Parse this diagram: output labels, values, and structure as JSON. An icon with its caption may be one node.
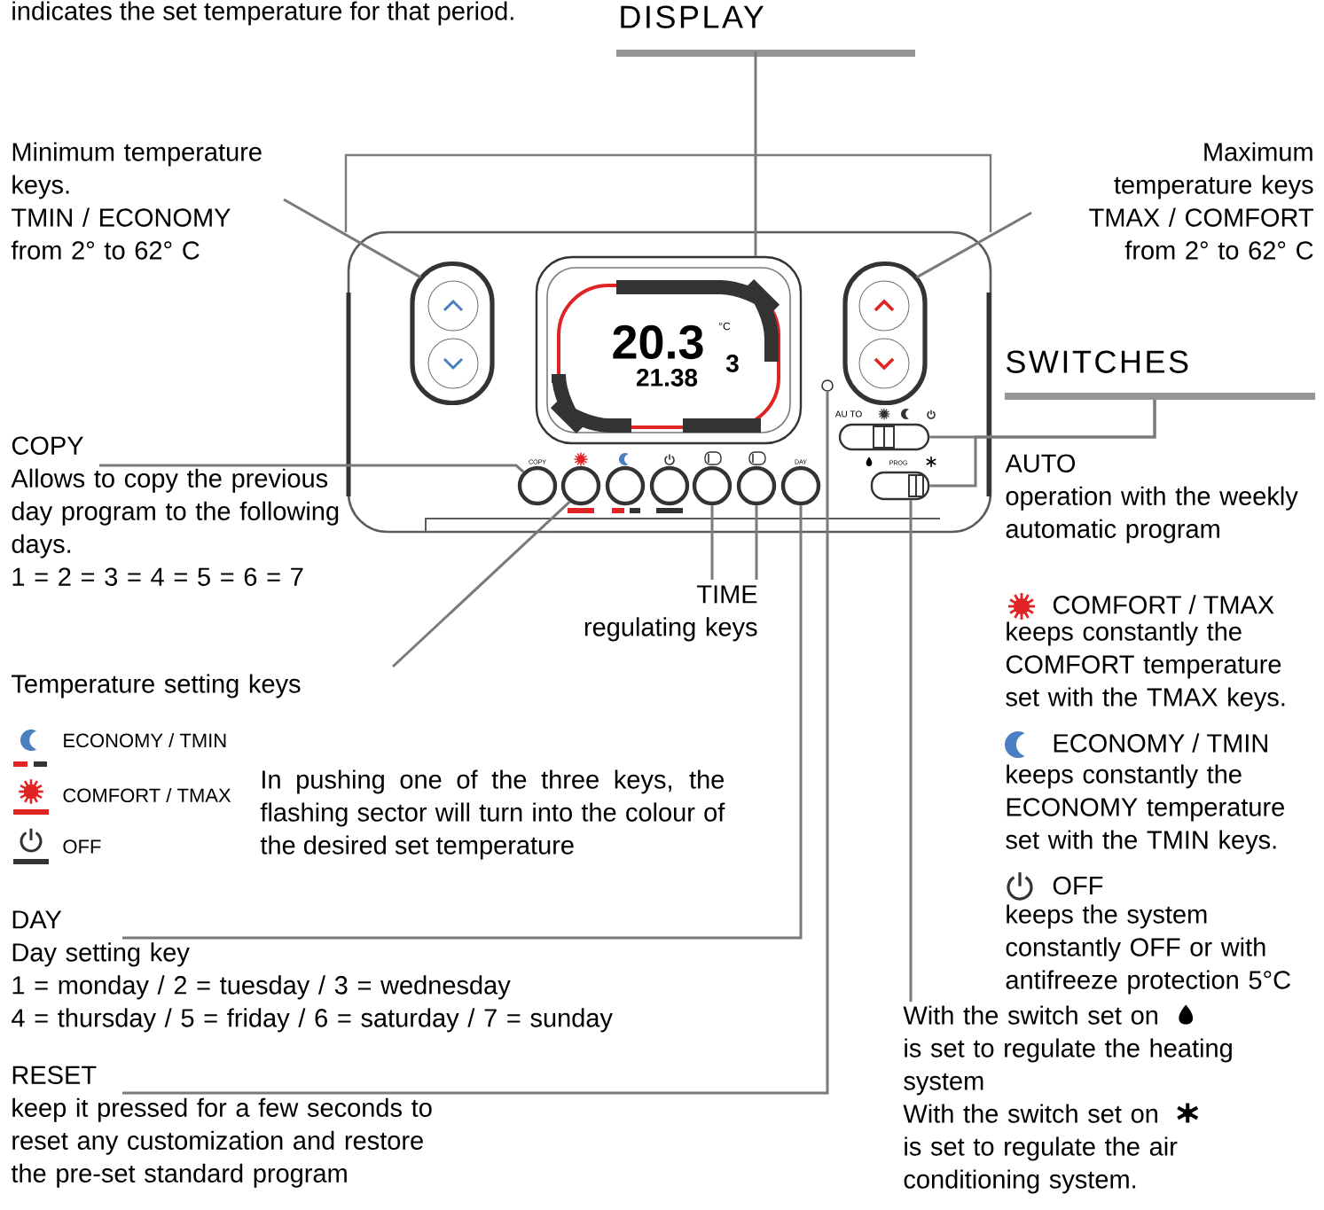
{
  "diagram": {
    "nodes": [
      {
        "text": [
          "DISPLAY"
        ]
      },
      {
        "text": [
          "Minimum temperature keys.",
          "TMIN / ECONOMY",
          "from 2° to 62° C"
        ]
      },
      {
        "text": [
          "Maximum temperature keys",
          "TMAX / COMFORT",
          "from 2° to 62° C"
        ]
      },
      {
        "text": [
          "SWITCHES"
        ]
      },
      {
        "text": [
          "COPY",
          "Allows to copy the previous day program to the following days.",
          "1 = 2 = 3 = 4 = 5 = 6 = 7"
        ]
      },
      {
        "text": [
          "AUTO",
          "operation with the weekly automatic program"
        ]
      },
      {
        "text": [
          "TIME",
          "regulating keys"
        ]
      },
      {
        "text": [
          "Temperature setting keys"
        ]
      },
      {
        "text": [
          "DAY",
          "Day setting key",
          "1 = monday / 2 = tuesday / 3 = wednesday",
          "4 = thursday / 5 = friday / 6 = saturday / 7 = sunday"
        ]
      },
      {
        "text": [
          "RESET",
          "keep it pressed for a few seconds to reset any customization and restore the pre-set standard program"
        ]
      },
      {
        "text": [
          "With the switch set on",
          "is set to regulate the heating system",
          "With the switch set on",
          "is set to regulate the air conditioning system."
        ]
      },
      {
        "text": [],
        "shape": "box"
      },
      {
        "text": [],
        "shape": "box"
      },
      {
        "text": [],
        "shape": "box"
      },
      {
        "text": [],
        "shape": "circle"
      },
      {
        "text": [],
        "shape": "circle"
      },
      {
        "text": [],
        "shape": "circle"
      },
      {
        "text": [],
        "shape": "circle"
      },
      {
        "text": [],
        "shape": "circle"
      },
      {
        "text": [],
        "shape": "circle"
      },
      {
        "text": [],
        "shape": "box"
      },
      {
        "text": [],
        "shape": "box"
      },
      {
        "text": [],
        "shape": "circle"
      },
      {
        "text": [],
        "shape": "circle"
      }
    ],
    "edges": [
      {
        "from": 0,
        "to": 11,
        "arrow": "none"
      },
      {
        "from": 1,
        "to": 12,
        "arrow": "none"
      },
      {
        "from": 2,
        "to": 13,
        "arrow": "none"
      },
      {
        "from": 3,
        "to": 20,
        "arrow": "none"
      },
      {
        "from": 3,
        "to": 21,
        "arrow": "none"
      },
      {
        "from": 4,
        "to": 14,
        "arrow": "none"
      },
      {
        "from": 6,
        "to": 16,
        "arrow": "none"
      },
      {
        "from": 6,
        "to": 17,
        "arrow": "none"
      },
      {
        "from": 7,
        "to": 15,
        "arrow": "none"
      },
      {
        "from": 8,
        "to": 18,
        "arrow": "none"
      },
      {
        "from": 9,
        "to": 19,
        "arrow": "none"
      },
      {
        "from": 10,
        "to": 21,
        "arrow": "none"
      }
    ],
    "labels": [
      "indicates the set temperature for that period.",
      "20.3",
      "°C",
      "21.38",
      "3",
      "AU TO",
      "COPY",
      "DAY",
      "PROG",
      "ECONOMY / TMIN",
      "COMFORT / TMAX",
      "OFF",
      "In pushing one of the three keys, the flashing sector will turn into the colour of the desired set temperature",
      "COMFORT / TMAX",
      "keeps constantly the COMFORT temperature set with the TMAX keys.",
      "ECONOMY / TMIN",
      "keeps constantly the ECONOMY temperature set with the TMIN keys.",
      "OFF",
      "keeps the system constantly OFF or with antifreeze protection 5°C"
    ]
  }
}
